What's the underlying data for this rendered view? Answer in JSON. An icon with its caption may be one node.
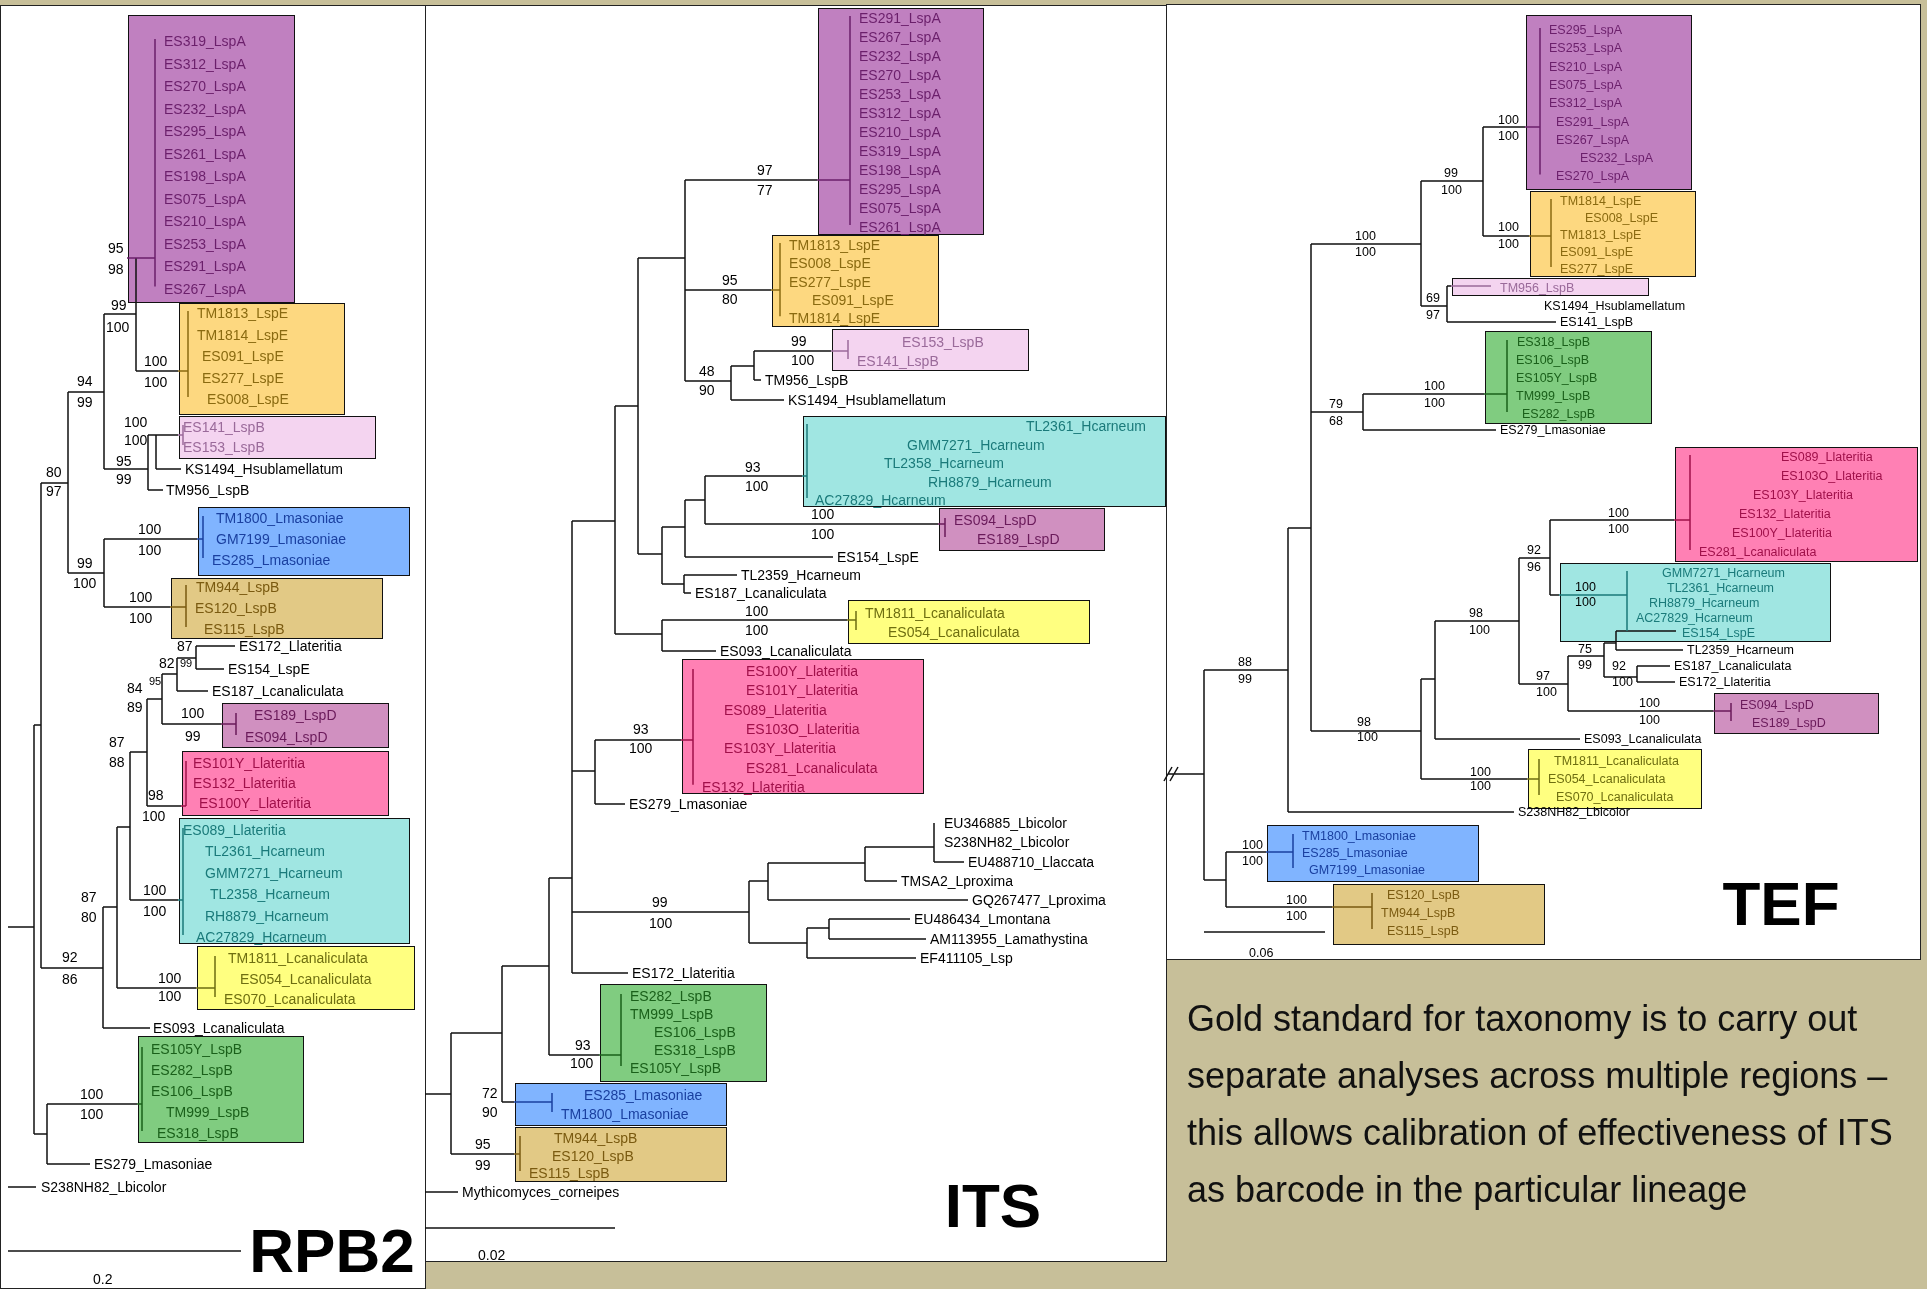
{
  "diagram": {
    "nodes": [
      {
        "text": [
          "RPB2"
        ]
      },
      {
        "text": [
          "ITS"
        ]
      },
      {
        "text": [
          "TEF"
        ]
      },
      {
        "text": [
          "ES319_LspA",
          "ES312_LspA",
          "ES270_LspA",
          "ES232_LspA",
          "ES295_LspA",
          "ES261_LspA",
          "ES198_LspA",
          "ES075_LspA",
          "ES210_LspA",
          "ES253_LspA",
          "ES291_LspA",
          "ES267_LspA"
        ],
        "in": 0
      },
      {
        "text": [
          "TM1813_LspE",
          "TM1814_LspE",
          "ES091_LspE",
          "ES277_LspE",
          "ES008_LspE"
        ],
        "in": 0
      },
      {
        "text": [
          "ES141_LspB",
          "ES153_LspB"
        ],
        "in": 0
      },
      {
        "text": [
          "TM1800_Lmasoniae",
          "GM7199_Lmasoniae",
          "ES285_Lmasoniae"
        ],
        "in": 0
      },
      {
        "text": [
          "TM944_LspB",
          "ES120_LspB",
          "ES115_LspB"
        ],
        "in": 0
      },
      {
        "text": [
          "ES189_LspD",
          "ES094_LspD"
        ],
        "in": 0
      },
      {
        "text": [
          "ES101Y_Llateritia",
          "ES132_Llateritia",
          "ES100Y_Llateritia"
        ],
        "in": 0
      },
      {
        "text": [
          "ES089_Llateritia",
          "TL2361_Hcarneum",
          "GMM7271_Hcarneum",
          "TL2358_Hcarneum",
          "RH8879_Hcarneum",
          "AC27829_Hcarneum"
        ],
        "in": 0
      },
      {
        "text": [
          "TM1811_Lcanaliculata",
          "ES054_Lcanaliculata",
          "ES070_Lcanaliculata"
        ],
        "in": 0
      },
      {
        "text": [
          "ES105Y_LspB",
          "ES282_LspB",
          "ES106_LspB",
          "TM999_LspB",
          "ES318_LspB"
        ],
        "in": 0
      },
      {
        "text": [
          "ES291_LspA",
          "ES267_LspA",
          "ES232_LspA",
          "ES270_LspA",
          "ES253_LspA",
          "ES312_LspA",
          "ES210_LspA",
          "ES319_LspA",
          "ES198_LspA",
          "ES295_LspA",
          "ES075_LspA",
          "ES261_LspA"
        ],
        "in": 1
      },
      {
        "text": [
          "TM1813_LspE",
          "ES008_LspE",
          "ES277_LspE",
          "ES091_LspE",
          "TM1814_LspE"
        ],
        "in": 1
      },
      {
        "text": [
          "ES153_LspB",
          "ES141_LspB"
        ],
        "in": 1
      },
      {
        "text": [
          "TL2361_Hcarneum",
          "GMM7271_Hcarneum",
          "TL2358_Hcarneum",
          "RH8879_Hcarneum",
          "AC27829_Hcarneum"
        ],
        "in": 1
      },
      {
        "text": [
          "ES094_LspD",
          "ES189_LspD"
        ],
        "in": 1
      },
      {
        "text": [
          "TM1811_Lcanaliculata",
          "ES054_Lcanaliculata"
        ],
        "in": 1
      },
      {
        "text": [
          "ES100Y_Llateritia",
          "ES101Y_Llateritia",
          "ES089_Llateritia",
          "ES103O_Llateritia",
          "ES103Y_Llateritia",
          "ES281_Lcanaliculata",
          "ES132_Llateritia"
        ],
        "in": 1
      },
      {
        "text": [
          "ES282_LspB",
          "TM999_LspB",
          "ES106_LspB",
          "ES318_LspB",
          "ES105Y_LspB"
        ],
        "in": 1
      },
      {
        "text": [
          "ES285_Lmasoniae",
          "TM1800_Lmasoniae"
        ],
        "in": 1
      },
      {
        "text": [
          "TM944_LspB",
          "ES120_LspB",
          "ES115_LspB"
        ],
        "in": 1
      },
      {
        "text": [
          "ES295_LspA",
          "ES253_LspA",
          "ES210_LspA",
          "ES075_LspA",
          "ES312_LspA",
          "ES291_LspA",
          "ES267_LspA",
          "ES232_LspA",
          "ES270_LspA"
        ],
        "in": 2
      },
      {
        "text": [
          "TM1814_LspE",
          "ES008_LspE",
          "TM1813_LspE",
          "ES091_LspE",
          "ES277_LspE"
        ],
        "in": 2
      },
      {
        "text": [
          "TM956_LspB"
        ],
        "in": 2
      },
      {
        "text": [
          "ES318_LspB",
          "ES106_LspB",
          "ES105Y_LspB",
          "TM999_LspB",
          "ES282_LspB"
        ],
        "in": 2
      },
      {
        "text": [
          "ES089_Llateritia",
          "ES103O_Llateritia",
          "ES103Y_Llateritia",
          "ES132_Llateritia",
          "ES100Y_Llateritia",
          "ES281_Lcanaliculata"
        ],
        "in": 2
      },
      {
        "text": [
          "GMM7271_Hcarneum",
          "TL2361_Hcarneum",
          "RH8879_Hcarneum",
          "AC27829_Hcarneum",
          "ES154_LspE"
        ],
        "in": 2
      },
      {
        "text": [
          "ES094_LspD",
          "ES189_LspD"
        ],
        "in": 2
      },
      {
        "text": [
          "TM1811_Lcanaliculata",
          "ES054_Lcanaliculata",
          "ES070_Lcanaliculata"
        ],
        "in": 2
      },
      {
        "text": [
          "TM1800_Lmasoniae",
          "ES285_Lmasoniae",
          "GM7199_Lmasoniae"
        ],
        "in": 2
      },
      {
        "text": [
          "ES120_LspB",
          "TM944_LspB",
          "ES115_LspB"
        ],
        "in": 2
      }
    ],
    "labels": [
      "95",
      "98",
      "99",
      "100",
      "100",
      "100",
      "94",
      "99",
      "100",
      "100",
      "95",
      "KS1494_Hsublamellatum",
      "99",
      "80",
      "TM956_LspB",
      "97",
      "100",
      "100",
      "99",
      "100",
      "100",
      "100",
      "87",
      "ES172_Llateritia",
      "82",
      "99",
      "ES154_LspE",
      "95",
      "84",
      "ES187_Lcanaliculata",
      "89",
      "100",
      "99",
      "87",
      "88",
      "98",
      "100",
      "100",
      "87",
      "100",
      "80",
      "92",
      "100",
      "86",
      "100",
      "ES093_Lcanaliculata",
      "100",
      "100",
      "ES279_Lmasoniae",
      "S238NH82_Lbicolor",
      "0.2",
      "97",
      "77",
      "95",
      "80",
      "99",
      "100",
      "48",
      "TM956_LspB",
      "90",
      "KS1494_Hsublamellatum",
      "93",
      "100",
      "100",
      "100",
      "ES154_LspE",
      "TL2359_Hcarneum",
      "ES187_Lcanaliculata",
      "100",
      "100",
      "ES093_Lcanaliculata",
      "93",
      "100",
      "ES279_Lmasoniae",
      "EU346885_Lbicolor",
      "S238NH82_Lbicolor",
      "EU488710_Llaccata",
      "TMSA2_Lproxima",
      "GQ267477_Lproxima",
      "99",
      "EU486434_Lmontana",
      "100",
      "AM113955_Lamathystina",
      "EF411105_Lsp",
      "ES172_Llateritia",
      "93",
      "100",
      "72",
      "90",
      "95",
      "99",
      "Mythicomyces_corneipes",
      "0.02",
      "100",
      "100",
      "99",
      "100",
      "100",
      "100",
      "100",
      "100",
      "69",
      "KS1494_Hsublamellatum",
      "97",
      "ES141_LspB",
      "100",
      "100",
      "79",
      "68",
      "ES279_Lmasoniae",
      "100",
      "100",
      "92",
      "96",
      "100",
      "100",
      "98",
      "100",
      "TL2359_Hcarneum",
      "75",
      "88",
      "99",
      "92",
      "ES187_Lcanaliculata",
      "97",
      "99",
      "100",
      "ES172_Llateritia",
      "100",
      "100",
      "100",
      "98",
      "100",
      "ES093_Lcanaliculata",
      "100",
      "100",
      "S238NH82_Lbicolor",
      "100",
      "100",
      "100",
      "100",
      "0.06",
      "Gold standard for taxonomy is to carry out separate analyses across multiple regions – this allows calibration of effectiveness of ITS as barcode in the particular lineage"
    ]
  }
}
